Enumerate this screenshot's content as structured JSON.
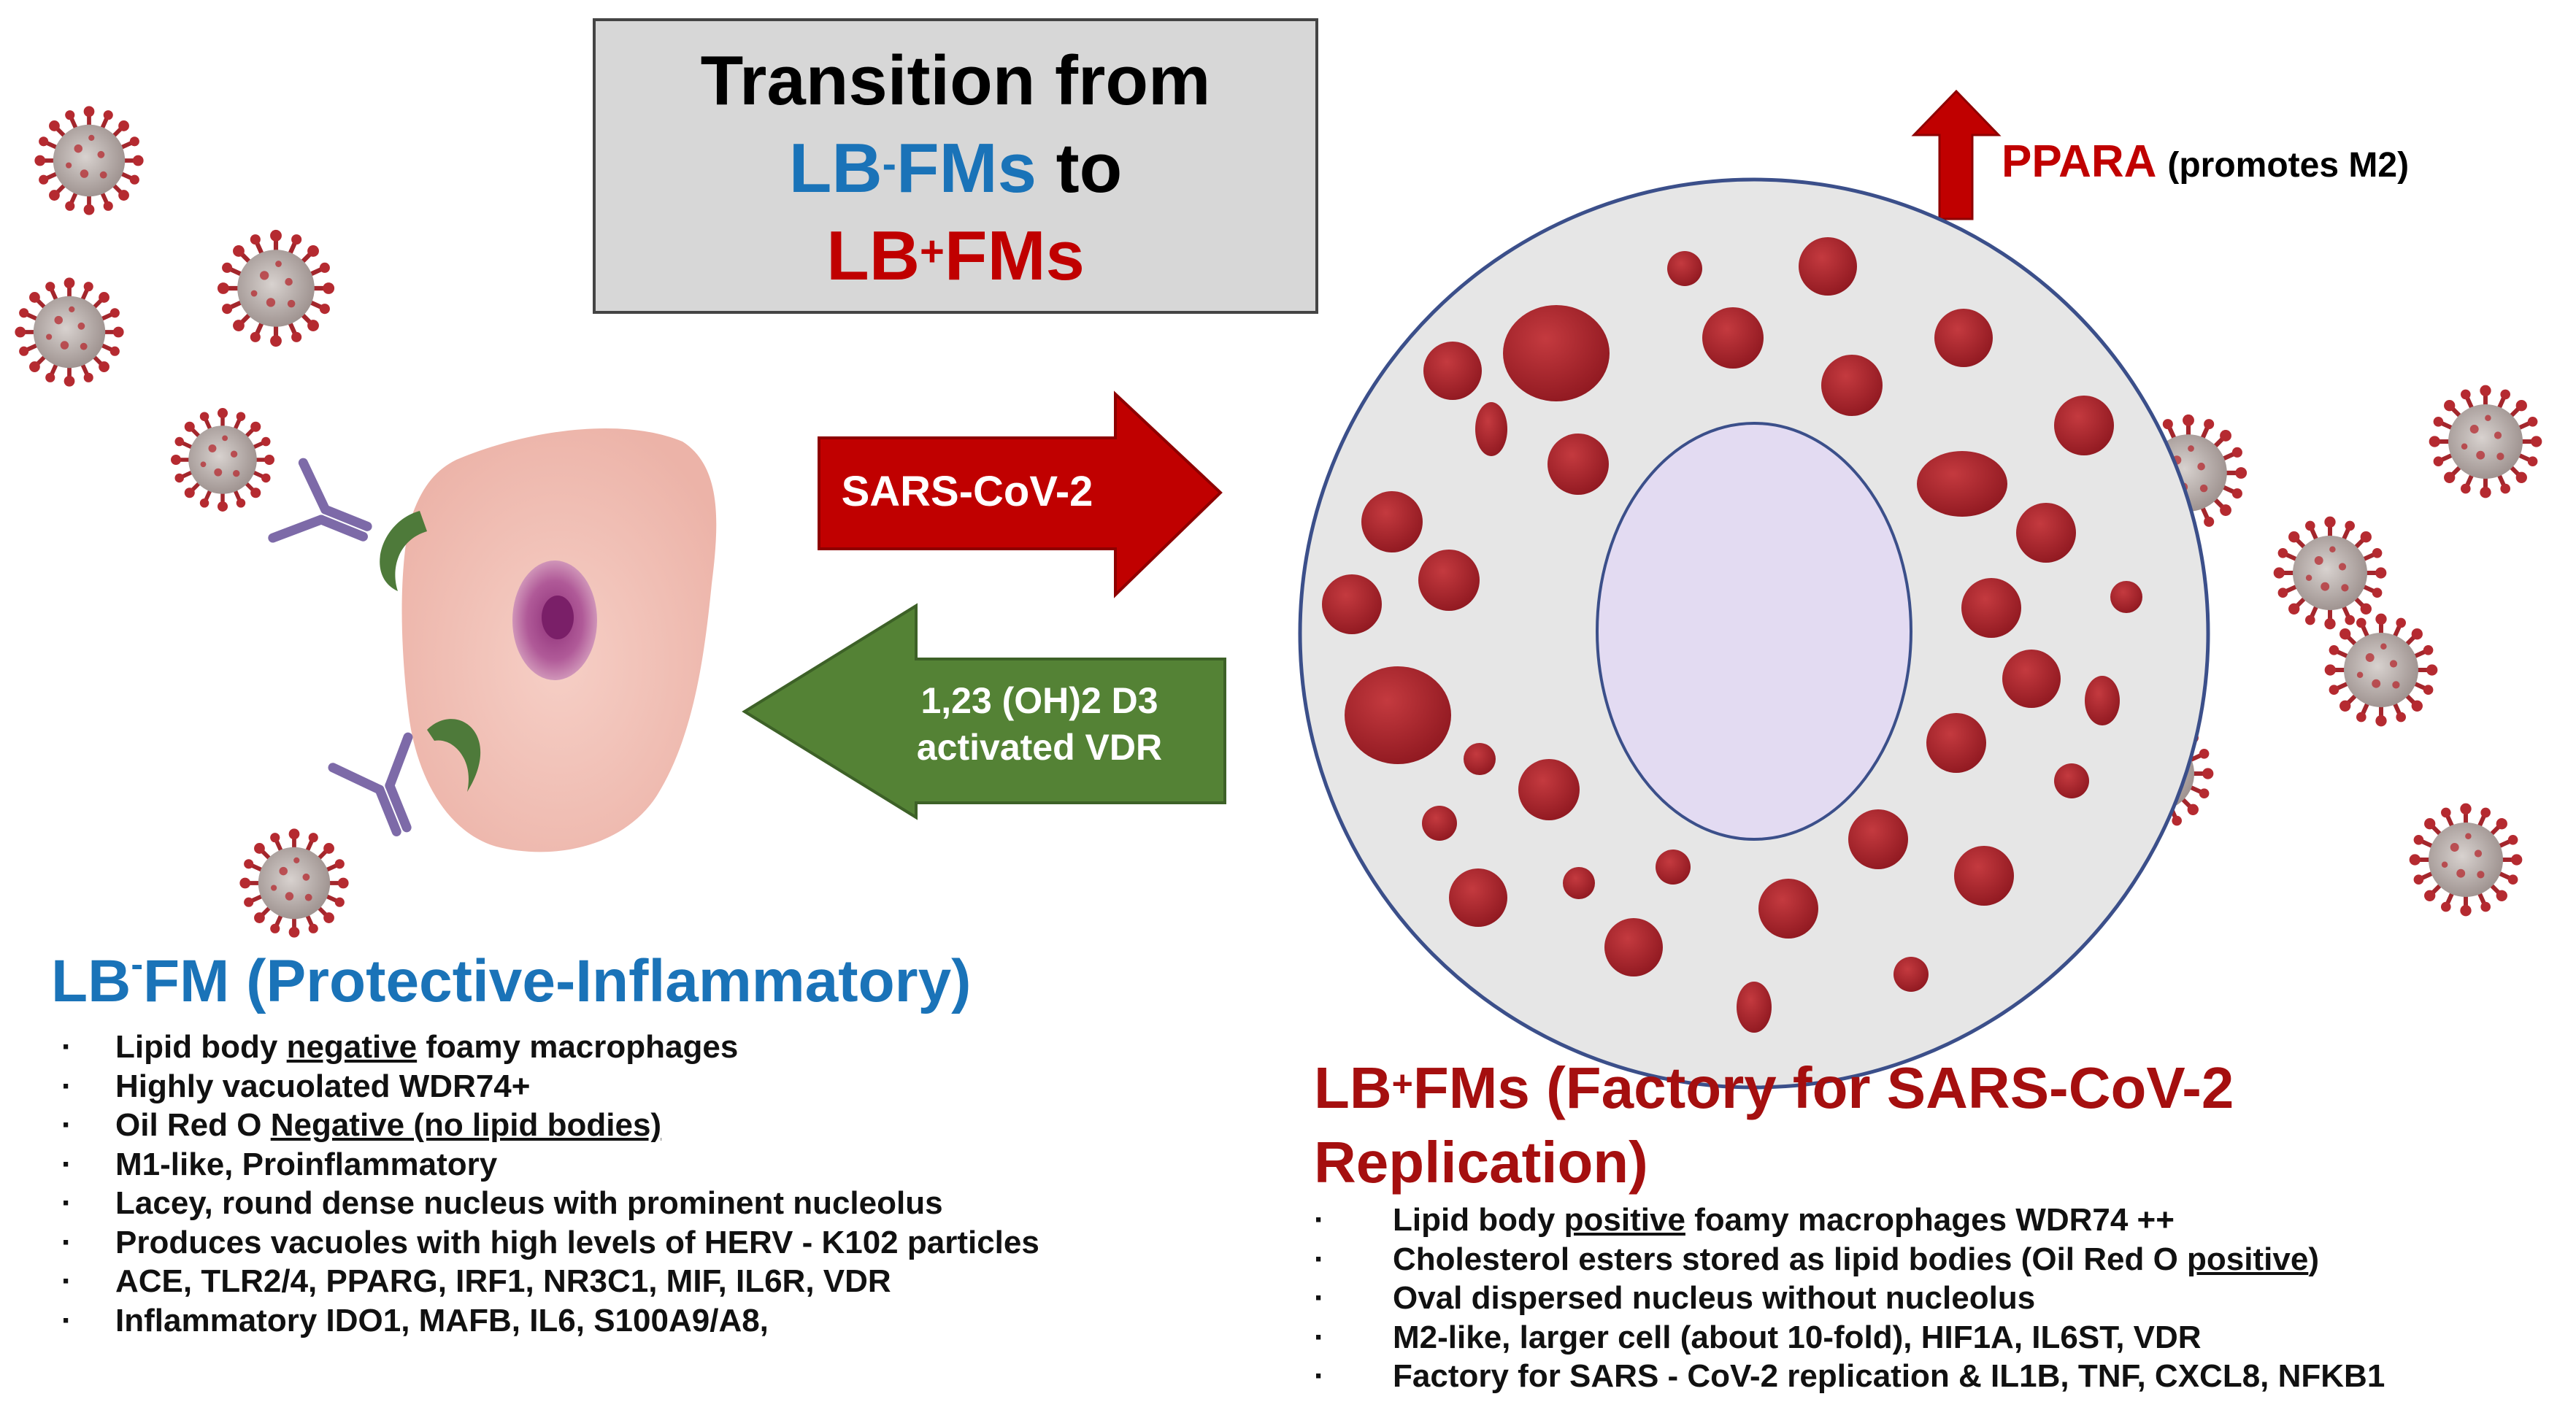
{
  "title": {
    "line1": "Transition from",
    "line2_prefix": "LB",
    "line2_sup": "-",
    "line2_main": "FMs",
    "line2_suffix": " to",
    "line3_prefix": "LB",
    "line3_sup": "+",
    "line3_main": "FMs"
  },
  "ppara": {
    "label": "PPARA",
    "note": "(promotes M2)"
  },
  "arrows": {
    "forward_label": "SARS-CoV-2",
    "reverse_line1": "1,23 (OH)2 D3",
    "reverse_line2": "activated VDR"
  },
  "colors": {
    "blue_text": "#1a73b8",
    "red_text": "#c00000",
    "forward_arrow": "#c00000",
    "reverse_arrow": "#548235",
    "lipid_body": "#a52028",
    "receptor": "#7d6aa8",
    "ace2": "#4e7a3a"
  },
  "lb_negative": {
    "heading_prefix": "LB",
    "heading_sup": "-",
    "heading_main": "FM (Protective-Inflammatory)",
    "items": [
      {
        "pre": "Lipid body ",
        "u": "negative",
        "post": " foamy macrophages"
      },
      {
        "pre": "Highly vacuolated WDR74+",
        "u": "",
        "post": ""
      },
      {
        "pre": "Oil Red O ",
        "u": "Negative (no lipid bodies)",
        "post": ""
      },
      {
        "pre": "M1-like, Proinflammatory",
        "u": "",
        "post": ""
      },
      {
        "pre": "Lacey, round dense nucleus with prominent nucleolus",
        "u": "",
        "post": ""
      },
      {
        "pre": "Produces vacuoles with high levels of HERV - K102 particles",
        "u": "",
        "post": ""
      },
      {
        "pre": "ACE, TLR2/4, PPARG, IRF1, NR3C1, MIF, IL6R, VDR",
        "u": "",
        "post": ""
      },
      {
        "pre": "Inflammatory IDO1, MAFB, IL6, S100A9/A8,",
        "u": "",
        "post": ""
      }
    ]
  },
  "lb_positive": {
    "heading_prefix": "LB",
    "heading_sup": "+",
    "heading_main": "FMs (Factory for SARS-CoV-2",
    "heading_line2": "Replication)",
    "items": [
      {
        "pre": "Lipid body ",
        "u": "positive",
        "post": " foamy macrophages WDR74 ++"
      },
      {
        "pre": "Cholesterol esters stored as lipid bodies (Oil Red O ",
        "u": "positive",
        "post": ")"
      },
      {
        "pre": "Oval dispersed nucleus without nucleolus",
        "u": "",
        "post": ""
      },
      {
        "pre": "M2-like, larger cell (about 10-fold), HIF1A, IL6ST, VDR",
        "u": "",
        "post": ""
      },
      {
        "pre": "Factory for SARS - CoV-2 replication & IL1B, TNF, CXCL8, NFKB1",
        "u": "",
        "post": ""
      }
    ]
  },
  "icons": {
    "virus": "coronavirus-icon",
    "antibody": "antibody-icon",
    "receptor": "ace2-receptor-icon",
    "up_arrow": "up-arrow-icon"
  }
}
